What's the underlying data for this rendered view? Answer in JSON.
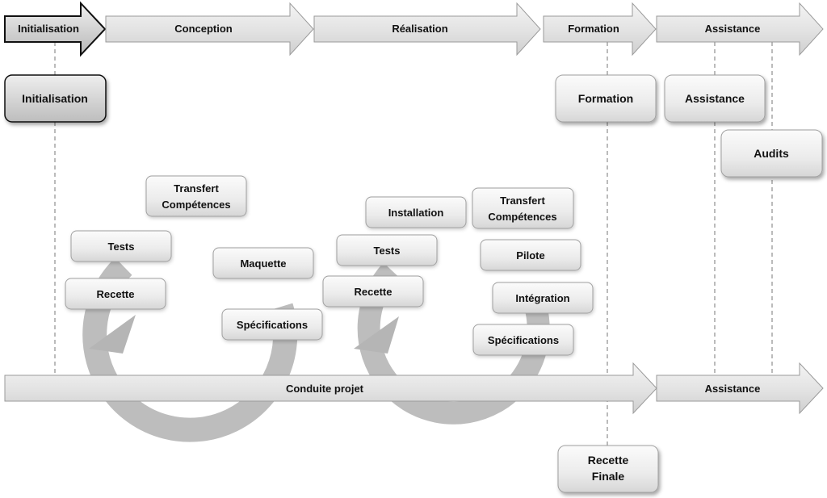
{
  "phases": [
    "Initialisation",
    "Conception",
    "Réalisation",
    "Formation",
    "Assistance"
  ],
  "bottom_arrows": {
    "conduite": "Conduite projet",
    "assistance": "Assistance"
  },
  "boxes": {
    "initialisation": "Initialisation",
    "formation": "Formation",
    "assistance": "Assistance",
    "audits": "Audits",
    "recette_finale_line1": "Recette",
    "recette_finale_line2": "Finale"
  },
  "cycle1": {
    "transfert_line1": "Transfert",
    "transfert_line2": "Compétences",
    "tests": "Tests",
    "recette": "Recette",
    "maquette": "Maquette",
    "specifications": "Spécifications"
  },
  "cycle2": {
    "installation": "Installation",
    "transfert_line1": "Transfert",
    "transfert_line2": "Compétences",
    "tests": "Tests",
    "pilote": "Pilote",
    "recette": "Recette",
    "integration": "Intégration",
    "specifications": "Spécifications"
  }
}
